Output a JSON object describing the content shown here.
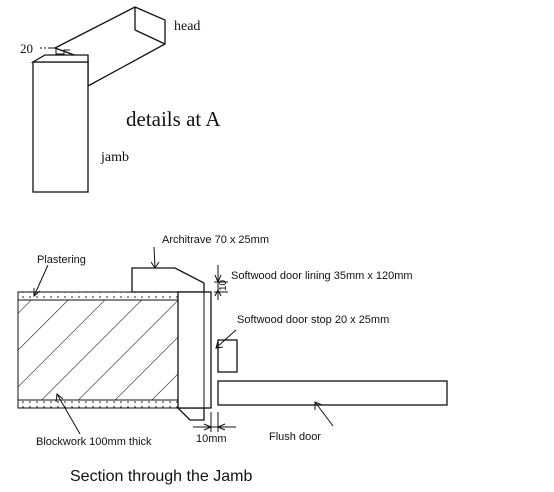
{
  "details": {
    "dim_20": "20",
    "head_label": "head",
    "jamb_label": "jamb",
    "title": "details at A"
  },
  "section": {
    "architrave_label": "Architrave 70 x 25mm",
    "plastering_label": "Plastering",
    "lining_label": "Softwood door lining 35mm x 120mm",
    "stop_label": "Softwood door stop 20 x 25mm",
    "dim_10_vertical": "10",
    "dim_10mm": "10mm",
    "flush_door_label": "Flush door",
    "blockwork_label": "Blockwork 100mm thick",
    "caption": "Section through the Jamb"
  }
}
